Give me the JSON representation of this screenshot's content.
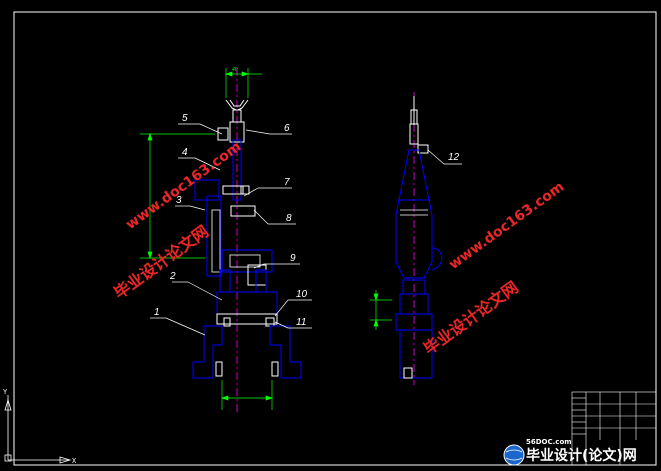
{
  "drawing": {
    "background": "#000000",
    "line_color": "#0000ff",
    "part_color": "#ffffff",
    "dimension_color": "#00ff00",
    "leader_color": "#ffffff",
    "centerline_color": "#ff00ff"
  },
  "part_labels": [
    "1",
    "2",
    "3",
    "4",
    "5",
    "6",
    "7",
    "8",
    "9",
    "10",
    "11",
    "12"
  ],
  "watermarks": [
    {
      "cn": "毕业设计论文网",
      "url": "www.doc163.com"
    },
    {
      "cn": "毕业设计论文网",
      "url": "www.doc163.com"
    }
  ],
  "logo": {
    "brand": "毕业设计(论文)网",
    "url": "56DOC.com"
  },
  "ucs": {
    "y_label": "Y",
    "x_label": "X"
  }
}
